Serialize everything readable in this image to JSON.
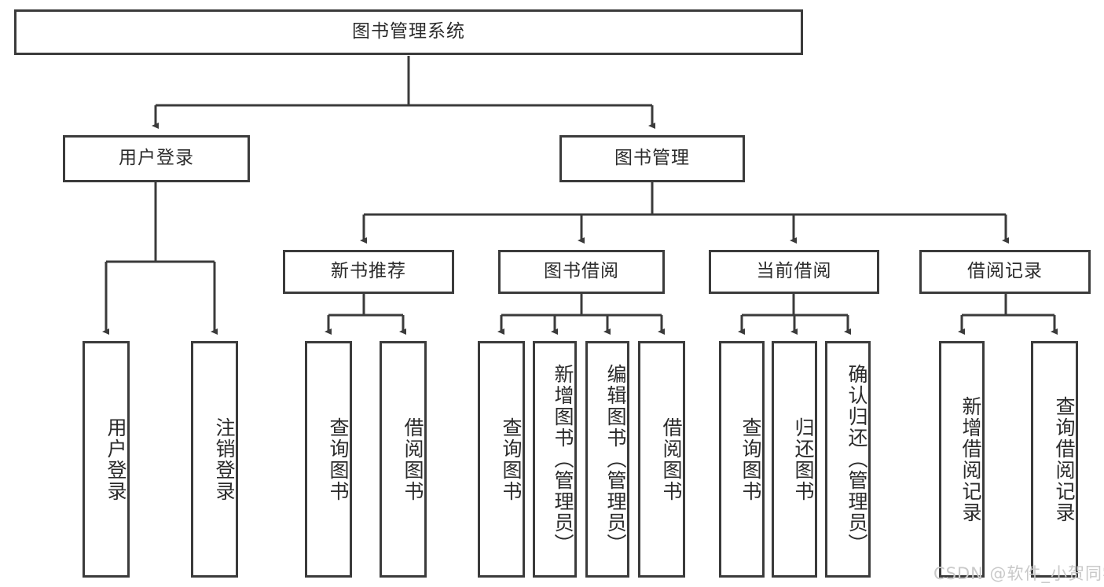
{
  "diagram": {
    "type": "tree-hierarchy-chart",
    "title_node": {
      "label": "图书管理系统"
    },
    "level2": [
      {
        "label": "用户登录"
      },
      {
        "label": "图书管理"
      }
    ],
    "level3": [
      {
        "label": "新书推荐"
      },
      {
        "label": "图书借阅"
      },
      {
        "label": "当前借阅"
      },
      {
        "label": "借阅记录"
      }
    ],
    "leaves": {
      "user_login": [
        {
          "label": "用户登录"
        },
        {
          "label": "注销登录"
        }
      ],
      "new_book": [
        {
          "label": "查询图书"
        },
        {
          "label": "借阅图书"
        }
      ],
      "book_borrow": [
        {
          "label": "查询图书"
        },
        {
          "label": "新增图书（管理员）"
        },
        {
          "label": "编辑图书（管理员）"
        },
        {
          "label": "借阅图书"
        }
      ],
      "current_borrow": [
        {
          "label": "查询图书"
        },
        {
          "label": "归还图书"
        },
        {
          "label": "确认归还（管理员）"
        }
      ],
      "borrow_record": [
        {
          "label": "新增借阅记录"
        },
        {
          "label": "查询借阅记录"
        }
      ]
    }
  },
  "watermark": {
    "text": "CSDN @软件_小贺同学"
  },
  "colors": {
    "border": "#3b3b3b",
    "text": "#2b2b2b",
    "background": "#ffffff",
    "watermark": "#c9c9c9"
  }
}
